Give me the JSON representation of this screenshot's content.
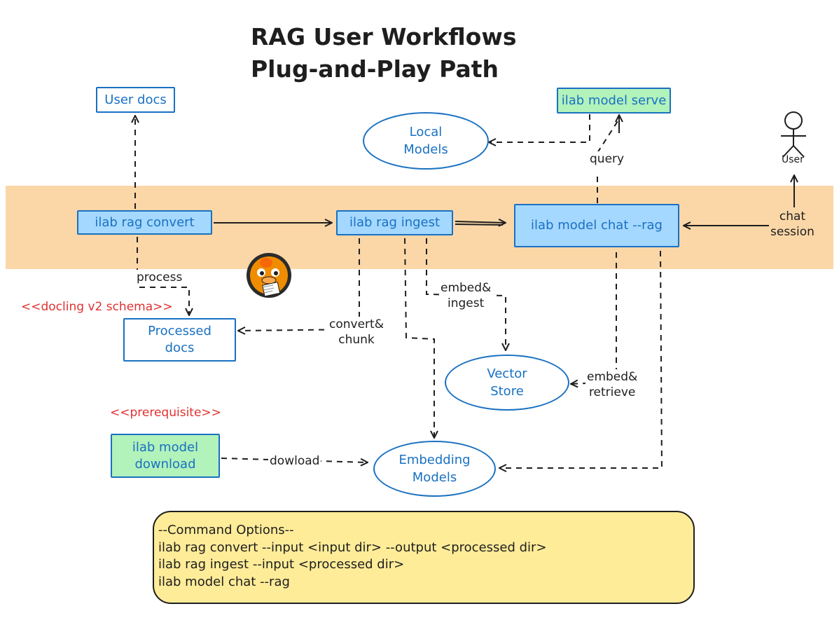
{
  "title": {
    "line1": "RAG User Workflows",
    "line2": "Plug-and-Play Path"
  },
  "nodes": {
    "user_docs": "User docs",
    "model_serve": "ilab model serve",
    "local_models": [
      "Local",
      "Models"
    ],
    "rag_convert": "ilab rag convert",
    "rag_ingest": "ilab rag ingest",
    "model_chat": "ilab model chat --rag",
    "processed_docs": [
      "Processed",
      "docs"
    ],
    "vector_store": [
      "Vector",
      "Store"
    ],
    "model_download": [
      "ilab model",
      "download"
    ],
    "embedding_models": [
      "Embedding",
      "Models"
    ]
  },
  "actor": {
    "label": "User"
  },
  "stereotypes": {
    "docling": "<<docling v2 schema>>",
    "prerequisite": "<<prerequisite>>"
  },
  "edge_labels": {
    "query": "query",
    "chat_session": [
      "chat",
      "session"
    ],
    "process": "process",
    "embed_ingest": [
      "embed&",
      "ingest"
    ],
    "convert_chunk": [
      "convert&",
      "chunk"
    ],
    "embed_retrieve": [
      "embed&",
      "retrieve"
    ],
    "download": "dowload"
  },
  "command_options": {
    "header": "--Command Options--",
    "lines": [
      "ilab rag convert --input <input dir> --output <processed dir>",
      "ilab rag ingest --input <processed dir>",
      "ilab model chat --rag"
    ]
  },
  "colors": {
    "band": "#fbd7a8",
    "box_blue": "#a5d8ff",
    "box_green": "#b2f2bb",
    "stroke_blue": "#1971c2",
    "note_yellow": "#ffec99",
    "stereotype_red": "#e03131",
    "mascot_orange": "#f08c00"
  },
  "icons": [
    "duck-mascot-icon",
    "user-actor-icon"
  ]
}
